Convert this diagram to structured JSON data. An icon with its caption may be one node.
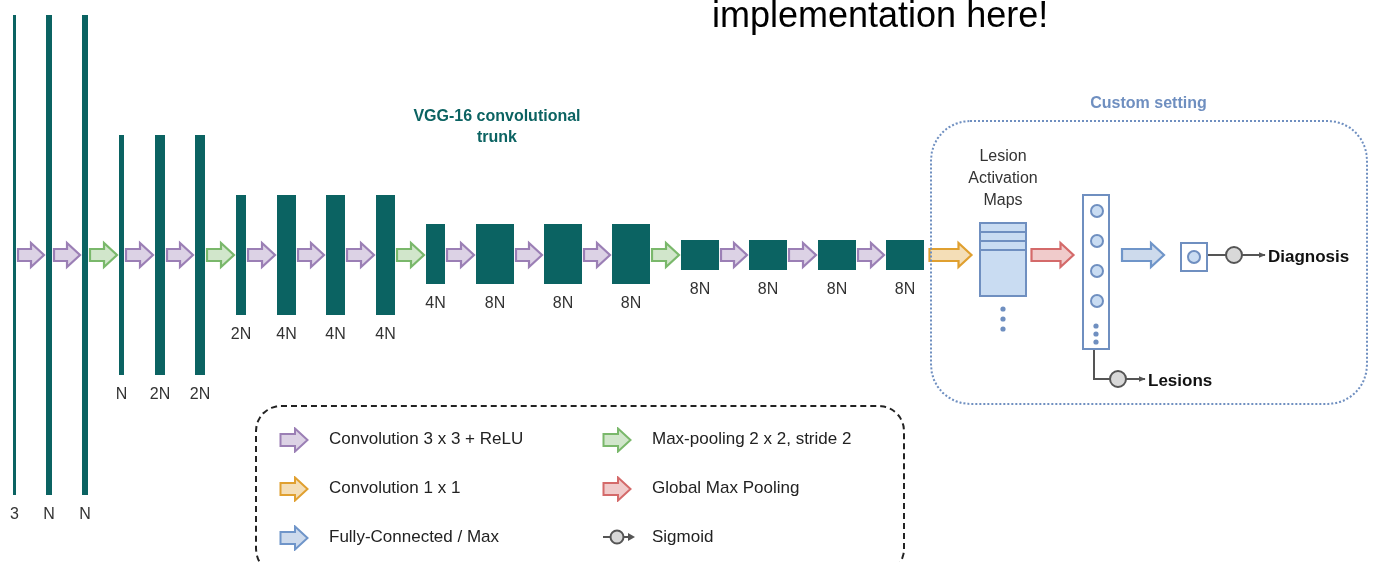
{
  "diagram": {
    "nodes": [
      {
        "text": [],
        "shape": "bar",
        "beside": [
          "3"
        ]
      },
      {
        "text": [],
        "shape": "bar",
        "beside": [
          "N"
        ]
      },
      {
        "text": [],
        "shape": "bar",
        "beside": [
          "N"
        ]
      },
      {
        "text": [],
        "shape": "bar",
        "beside": [
          "N"
        ]
      },
      {
        "text": [],
        "shape": "bar",
        "beside": [
          "2N"
        ]
      },
      {
        "text": [],
        "shape": "bar",
        "beside": [
          "2N"
        ]
      },
      {
        "text": [],
        "shape": "bar",
        "beside": [
          "2N"
        ]
      },
      {
        "text": [],
        "shape": "bar",
        "beside": [
          "4N"
        ]
      },
      {
        "text": [],
        "shape": "bar",
        "beside": [
          "4N"
        ]
      },
      {
        "text": [],
        "shape": "bar",
        "beside": [
          "4N"
        ]
      },
      {
        "text": [],
        "shape": "bar",
        "beside": [
          "4N"
        ]
      },
      {
        "text": [],
        "shape": "bar",
        "beside": [
          "8N"
        ]
      },
      {
        "text": [],
        "shape": "bar",
        "beside": [
          "8N"
        ]
      },
      {
        "text": [],
        "shape": "bar",
        "beside": [
          "8N"
        ]
      },
      {
        "text": [],
        "shape": "bar",
        "beside": [
          "8N"
        ]
      },
      {
        "text": [],
        "shape": "bar",
        "beside": [
          "8N"
        ]
      },
      {
        "text": [],
        "shape": "bar",
        "beside": [
          "8N"
        ]
      },
      {
        "text": [],
        "shape": "bar",
        "beside": [
          "8N"
        ]
      },
      {
        "text": [
          "Custom setting"
        ]
      },
      {
        "text": [
          "Lesion Activation Maps"
        ],
        "in": 18
      },
      {
        "text": [],
        "shape": "box",
        "in": 18
      },
      {
        "text": [],
        "shape": "box",
        "in": 18
      },
      {
        "text": [
          "Diagnosis"
        ],
        "in": 18
      },
      {
        "text": [
          "Lesions"
        ],
        "in": 18
      }
    ],
    "edges": [
      {
        "from": 0,
        "to": 1,
        "arrow": "to"
      },
      {
        "from": 1,
        "to": 2,
        "arrow": "to"
      },
      {
        "from": 2,
        "to": 3,
        "arrow": "to",
        "color": "#7ab86b"
      },
      {
        "from": 3,
        "to": 4,
        "arrow": "to"
      },
      {
        "from": 4,
        "to": 5,
        "arrow": "to"
      },
      {
        "from": 5,
        "to": 6,
        "arrow": "to",
        "color": "#7ab86b"
      },
      {
        "from": 6,
        "to": 7,
        "arrow": "to"
      },
      {
        "from": 7,
        "to": 8,
        "arrow": "to"
      },
      {
        "from": 8,
        "to": 9,
        "arrow": "to"
      },
      {
        "from": 9,
        "to": 10,
        "arrow": "to",
        "color": "#7ab86b"
      },
      {
        "from": 10,
        "to": 11,
        "arrow": "to"
      },
      {
        "from": 11,
        "to": 12,
        "arrow": "to"
      },
      {
        "from": 12,
        "to": 13,
        "arrow": "to"
      },
      {
        "from": 13,
        "to": 14,
        "arrow": "to",
        "color": "#7ab86b"
      },
      {
        "from": 14,
        "to": 15,
        "arrow": "to"
      },
      {
        "from": 15,
        "to": 16,
        "arrow": "to"
      },
      {
        "from": 16,
        "to": 17,
        "arrow": "to"
      },
      {
        "from": 17,
        "to": 19,
        "arrow": "to",
        "color": "#e0a030"
      },
      {
        "from": 19,
        "to": 20,
        "arrow": "to",
        "color": "#d46a6a"
      },
      {
        "from": 20,
        "to": 21,
        "arrow": "to",
        "color": "#6f95c9"
      },
      {
        "from": 21,
        "to": 22,
        "arrow": "to",
        "color": "#555555"
      },
      {
        "from": 20,
        "to": 23,
        "arrow": "to",
        "color": "#555555"
      }
    ],
    "labels": [
      "implementation here!",
      "VGG-16 convolutional trunk"
    ],
    "legend": [
      {
        "text": "Convolution 3 x 3 + ReLU"
      },
      {
        "text": "Max-pooling 2 x 2, stride 2"
      },
      {
        "text": "Convolution 1 x 1"
      },
      {
        "text": "Global Max Pooling"
      },
      {
        "text": "Fully-Connected / Max"
      },
      {
        "text": "Sigmoid"
      }
    ]
  }
}
